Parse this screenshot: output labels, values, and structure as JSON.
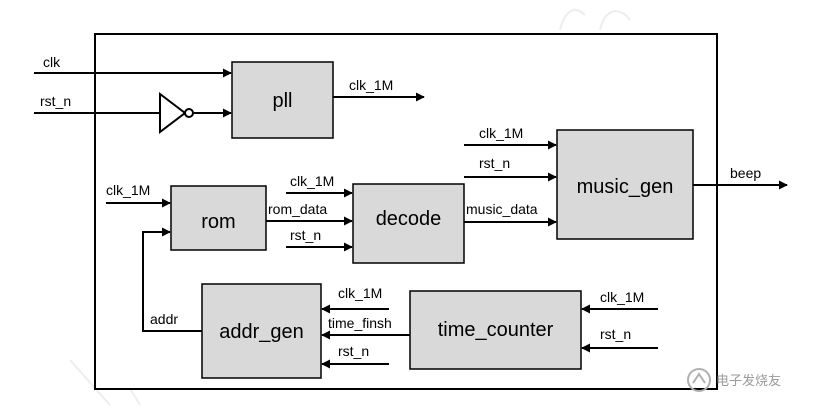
{
  "blocks": {
    "pll": "pll",
    "rom": "rom",
    "decode": "decode",
    "music_gen": "music_gen",
    "addr_gen": "addr_gen",
    "time_counter": "time_counter"
  },
  "signals": {
    "clk": "clk",
    "rst_n_top": "rst_n",
    "clk_1M_pll_out": "clk_1M",
    "clk_1M_rom_in": "clk_1M",
    "rom_data": "rom_data",
    "clk_1M_decode_in": "clk_1M",
    "rst_n_decode_in": "rst_n",
    "clk_1M_music_in": "clk_1M",
    "rst_n_music_in": "rst_n",
    "music_data": "music_data",
    "beep": "beep",
    "addr": "addr",
    "clk_1M_addr_in": "clk_1M",
    "time_finsh": "time_finsh",
    "rst_n_addr_in": "rst_n",
    "clk_1M_tc_in": "clk_1M",
    "rst_n_tc_in": "rst_n"
  },
  "watermark": {
    "logo_text": "电子发烧友"
  },
  "colors": {
    "block_fill": "#d9d9d9",
    "line": "#000000",
    "watermark": "#e8e8e8"
  }
}
